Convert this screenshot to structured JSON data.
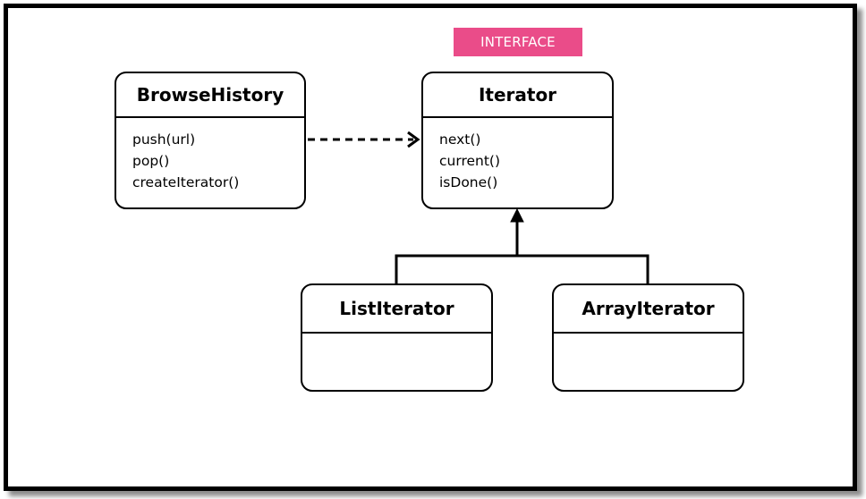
{
  "colors": {
    "stereotype_background": "#ea4c89",
    "stereotype_text": "#ffffff",
    "lines": "#000000",
    "background": "#ffffff"
  },
  "stereotype": "INTERFACE",
  "classes": {
    "browse_history": {
      "name": "BrowseHistory",
      "methods": [
        "push(url)",
        "pop()",
        "createIterator()"
      ]
    },
    "iterator": {
      "name": "Iterator",
      "methods": [
        "next()",
        "current()",
        "isDone()"
      ]
    },
    "list_iterator": {
      "name": "ListIterator",
      "methods": []
    },
    "array_iterator": {
      "name": "ArrayIterator",
      "methods": []
    }
  },
  "relations": [
    {
      "from": "BrowseHistory",
      "to": "Iterator",
      "kind": "dependency",
      "style": "dashed"
    },
    {
      "from": "ListIterator",
      "to": "Iterator",
      "kind": "implementation",
      "style": "solid"
    },
    {
      "from": "ArrayIterator",
      "to": "Iterator",
      "kind": "implementation",
      "style": "solid"
    }
  ]
}
